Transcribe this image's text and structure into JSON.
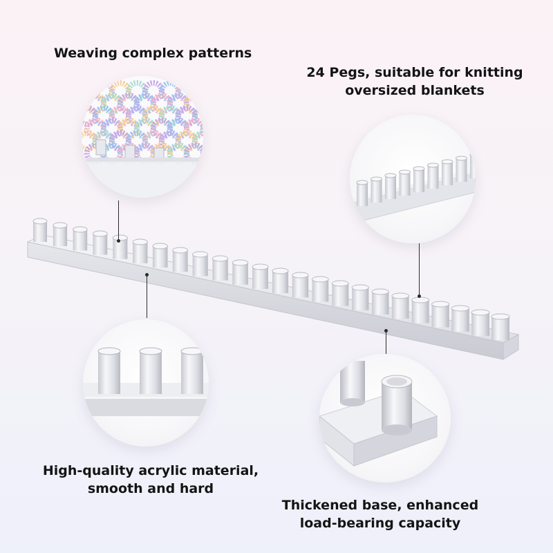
{
  "captions": {
    "weaving": "Weaving complex patterns",
    "pegs_line1": "24 Pegs, suitable for knitting",
    "pegs_line2": "oversized blankets",
    "acrylic_line1": "High-quality acrylic material,",
    "acrylic_line2": "smooth and hard",
    "base_line1": "Thickened base, enhanced",
    "base_line2": "load-bearing capacity"
  },
  "product": {
    "peg_count": 24
  },
  "colors": {
    "text": "#141414",
    "acrylic": "#dcdde3",
    "yarn": [
      "#f2b8c6",
      "#b9b5ee",
      "#f6cf93",
      "#a8dcd0",
      "#c8a6e8",
      "#9fc2ee"
    ]
  }
}
